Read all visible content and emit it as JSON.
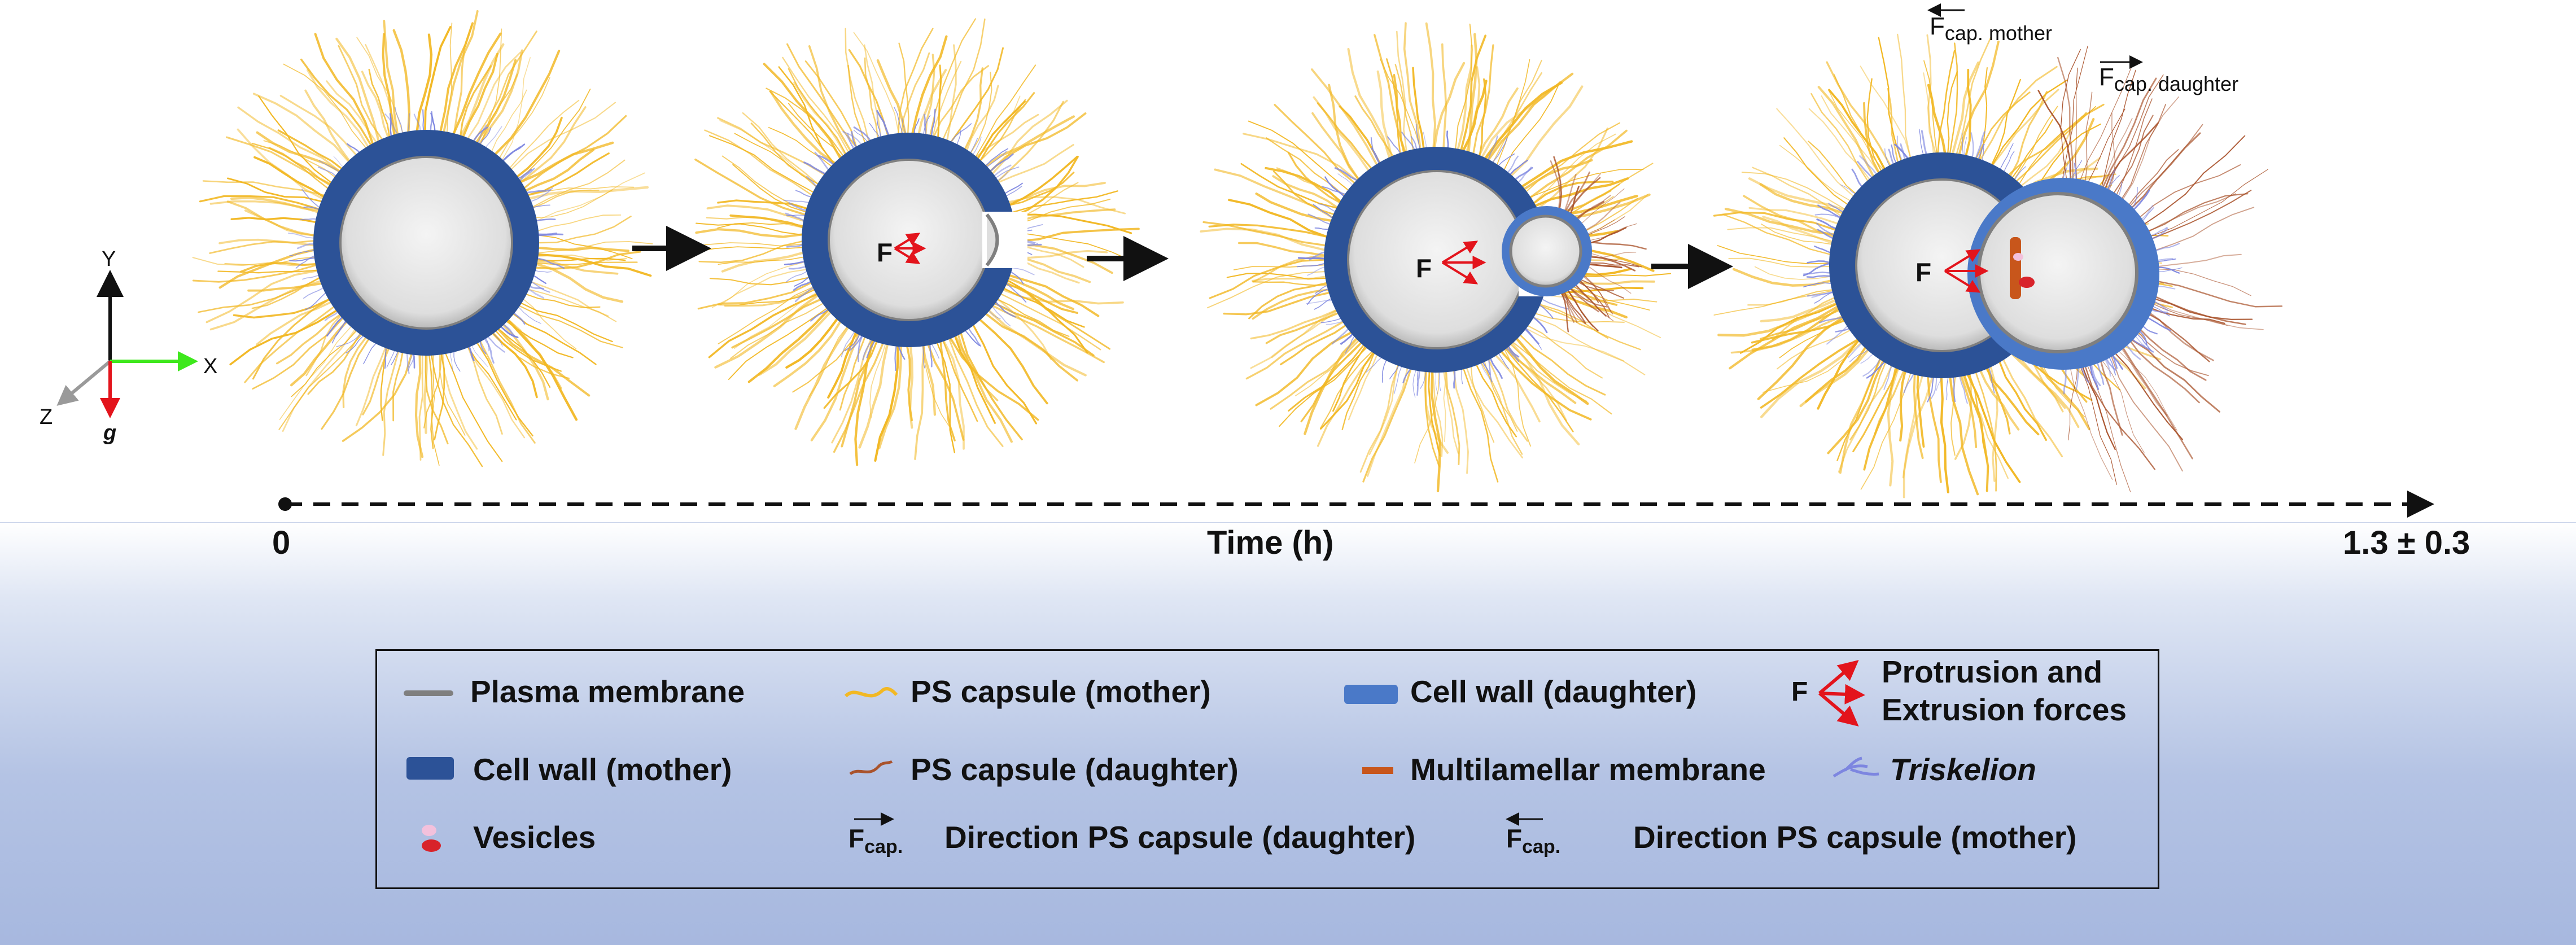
{
  "axes": {
    "y": "Y",
    "x": "X",
    "z": "Z",
    "g": "g"
  },
  "force_symbol": "F",
  "capsule_forces": {
    "mother": "cap. mother",
    "daughter": "cap. daughter"
  },
  "timeline": {
    "start": "0",
    "title": "Time (h)",
    "end": "1.3 ± 0.3"
  },
  "legend": {
    "plasma_membrane": "Plasma membrane",
    "ps_capsule_mother": "PS capsule (mother)",
    "cell_wall_daughter": "Cell wall (daughter)",
    "protrusion_line1": "Protrusion and",
    "protrusion_line2": "Extrusion forces",
    "cell_wall_mother": "Cell wall (mother)",
    "ps_capsule_daughter": "PS capsule (daughter)",
    "multilamellar_membrane": "Multilamellar membrane",
    "triskelion": "Triskelion",
    "vesicles": "Vesicles",
    "fcap_label": "cap.",
    "direction_daughter": "Direction PS capsule (daughter)",
    "direction_mother": "Direction PS capsule (mother)"
  },
  "colors": {
    "capsule_mother": "#f2b824",
    "capsule_daughter": "#a9532c",
    "wall_mother": "#2c5297",
    "wall_daughter": "#4a79c8",
    "membrane": "#7f7f7f",
    "triskelion": "#7d86e0",
    "force": "#e3141c",
    "multilamellar": "#c8561b",
    "vesicle": "#d8232a"
  }
}
